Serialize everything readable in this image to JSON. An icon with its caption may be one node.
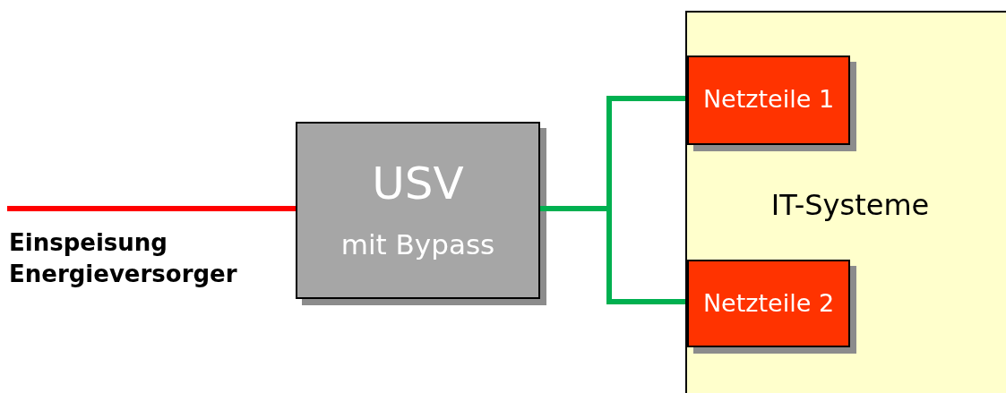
{
  "diagram": {
    "nodes": [
      {
        "text": [
          "USV",
          "mit Bypass"
        ]
      },
      {
        "text": [
          "IT-Systeme"
        ]
      },
      {
        "text": [
          "Netzteile 1"
        ],
        "in": 1
      },
      {
        "text": [
          "Netzteile 2"
        ],
        "in": 1
      }
    ],
    "edges": [
      {
        "from": null,
        "to": 0,
        "arrow": "none",
        "color": "#ff0000"
      },
      {
        "from": 0,
        "to": 2,
        "arrow": "none"
      },
      {
        "from": 0,
        "to": 3,
        "arrow": "none"
      }
    ],
    "labels": [
      "Einspeisung Energieversorger"
    ]
  }
}
